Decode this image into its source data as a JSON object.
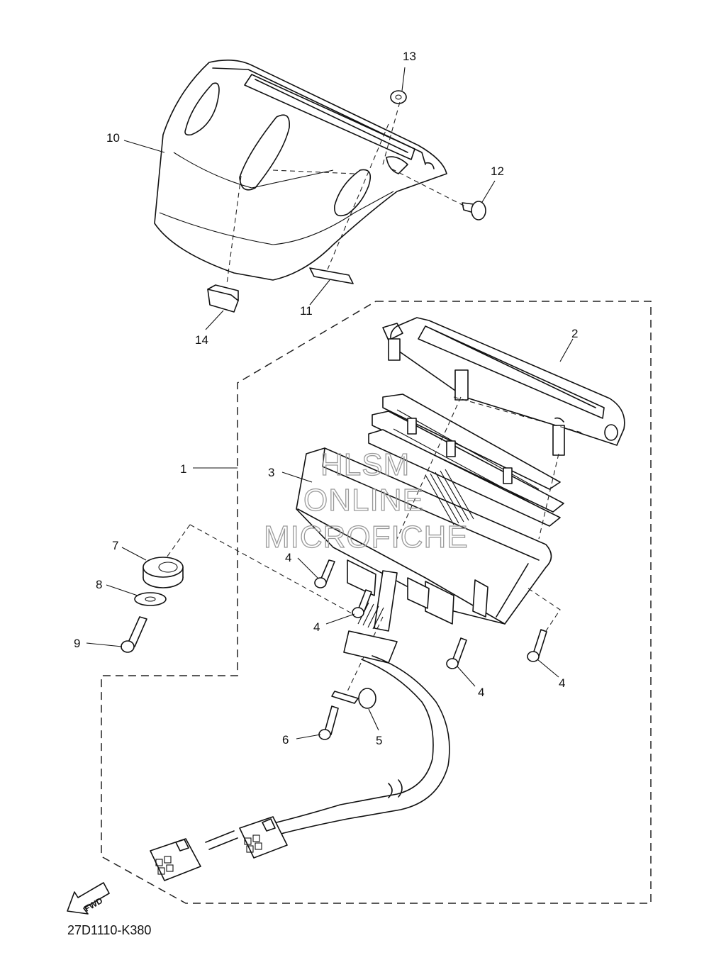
{
  "diagram": {
    "code": "27D1110-K380",
    "fwd_label": "FWD",
    "watermark": [
      "HLSM",
      "ONLINE",
      "MICROFICHE"
    ],
    "callouts": {
      "p1": "1",
      "p2": "2",
      "p3": "3",
      "p4a": "4",
      "p4b": "4",
      "p4c": "4",
      "p4d": "4",
      "p5": "5",
      "p6": "6",
      "p7": "7",
      "p8": "8",
      "p9": "9",
      "p10": "10",
      "p11": "11",
      "p12": "12",
      "p13": "13",
      "p14": "14"
    }
  }
}
